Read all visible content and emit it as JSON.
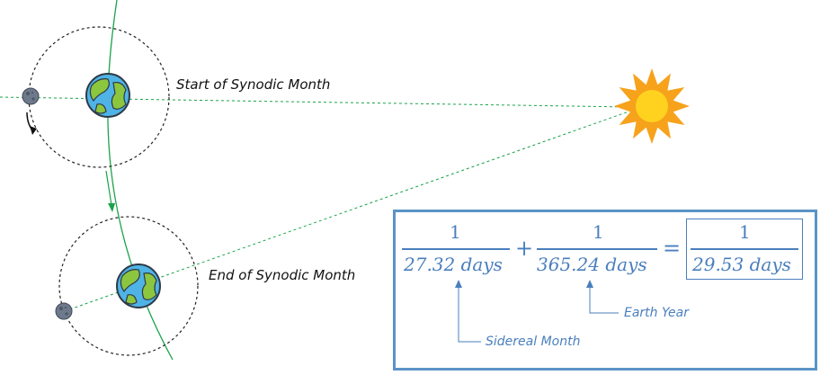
{
  "labels": {
    "start": "Start of Synodic Month",
    "end": "End of Synodic Month"
  },
  "formula": {
    "frac1": {
      "numerator": "1",
      "denominator": "27.32 days"
    },
    "plus": "+",
    "frac2": {
      "numerator": "1",
      "denominator": "365.24 days"
    },
    "equals": "=",
    "frac3": {
      "numerator": "1",
      "denominator": "29.53 days"
    },
    "annotations": {
      "sidereal": "Sidereal Month",
      "earth_year": "Earth Year"
    }
  },
  "colors": {
    "orbit_path": "#1aa34a",
    "sun_line": "#1aa34a",
    "formula": "#4a7fbd",
    "ocean": "#4fb3e6",
    "land": "#8cc63f"
  }
}
